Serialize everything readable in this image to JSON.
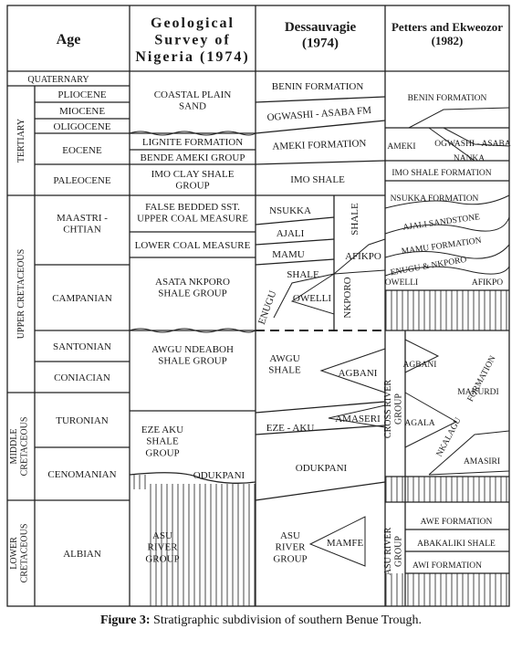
{
  "headers": {
    "age": "Age",
    "gsn": "Geological\nSurvey of\nNigeria (1974)",
    "dess": "Dessauvagie\n(1974)",
    "pe": "Petters and Ekweozor\n(1982)"
  },
  "periods": {
    "quaternary": "QUATERNARY",
    "tertiary": "TERTIARY",
    "upper_cretaceous": "UPPER CRETACEOUS",
    "middle_cretaceous": "MIDDLE\nCRETACEOUS",
    "lower_cretaceous": "LOWER\nCRETACEOUS"
  },
  "epochs": {
    "pliocene": "PLIOCENE",
    "miocene": "MIOCENE",
    "oligocene": "OLIGOCENE",
    "eocene": "EOCENE",
    "paleocene": "PALEOCENE",
    "maastrichtian": "MAASTRI -\nCHTIAN",
    "campanian": "CAMPANIAN",
    "santonian": "SANTONIAN",
    "coniacian": "CONIACIAN",
    "turonian": "TURONIAN",
    "cenomanian": "CENOMANIAN",
    "albian": "ALBIAN"
  },
  "gsn": {
    "coastal_plain": "COASTAL PLAIN\nSAND",
    "lignite": "LIGNITE FORMATION",
    "bende_ameki": "BENDE AMEKI GROUP",
    "imo_clay": "IMO CLAY SHALE\nGROUP",
    "false_bedded": "FALSE BEDDED SST.\nUPPER COAL MEASURE",
    "lower_coal": "LOWER COAL MEASURE",
    "asata_nkporo": "ASATA NKPORO\n\nSHALE GROUP",
    "awgu_ndeaboh": "AWGU NDEABOH\n\nSHALE GROUP",
    "eze_aku": "EZE AKU\nSHALE\nGROUP",
    "odukpani": "ODUKPANI",
    "asu_river": "ASU\nRIVER\nGROUP"
  },
  "dess": {
    "benin": "BENIN FORMATION",
    "ogwashi": "OGWASHI - ASABA FM",
    "ameki": "AMEKI FORMATION",
    "imo": "IMO SHALE",
    "nsukka": "NSUKKA",
    "ajali": "AJALI",
    "mamu": "MAMU",
    "shale_v": "SHALE",
    "afikpo": "AFIKPO",
    "shale": "SHALE",
    "owelli": "OWELLI",
    "enugu": "ENUGU",
    "nkporo": "NKPORO",
    "awgu": "AWGU\n\nSHALE",
    "agbani": "AGBANI",
    "eze_aku": "EZE - AKU",
    "amaseri": "AMASERI",
    "odukpani": "ODUKPANI",
    "asu_river": "ASU\nRIVER\nGROUP",
    "mamfe": "MAMFE"
  },
  "pe": {
    "benin": "BENIN FORMATION",
    "ameki": "AMEKI",
    "ogwashi": "OGWASHI - ASABA",
    "nanka": "NANKA",
    "imo": "IMO SHALE FORMATION",
    "nsukka": "NSUKKA FORMATION",
    "ajali": "AJALI SANDSTONE",
    "mamu": "MAMU FORMATION",
    "enugu": "ENUGU & NKPORO",
    "owelli": "OWELLI",
    "afikpo": "AFIKPO",
    "cross_river": "CROSS RIVER\nGROUP",
    "agbani": "AGBANI",
    "agala": "AGALA",
    "makurdi": "MAKURDI",
    "nkalagu": "NKALAGU",
    "formation": "FORMATION",
    "amasiri": "AMASIRI",
    "asu_river": "ASU RIVER\nGROUP",
    "awe": "AWE FORMATION",
    "abakaliki": "ABAKALIKI SHALE",
    "awi": "AWI FORMATION"
  },
  "caption": {
    "bold": "Figure 3:",
    "text": " Stratigraphic subdivision of southern Benue Trough."
  }
}
